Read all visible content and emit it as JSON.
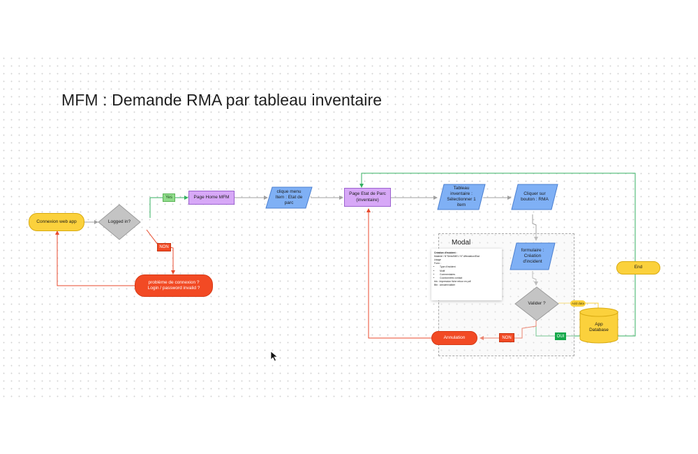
{
  "title": "MFM : Demande RMA par tableau inventaire",
  "nodes": {
    "connexion": "Connexion web app",
    "logged_in": "Logged in?",
    "yes_badge": "Yes",
    "non_badge_login": "NON",
    "probleme_line1": "problème de connexion ?",
    "probleme_line2": "Login / password invalid ?",
    "page_home": "Page Home MFM",
    "clique_menu": "clique menu Item : Etat de parc",
    "page_etat_line1": "Page Etat de Parc",
    "page_etat_line2": "(inventaire)",
    "tableau": "Tableau inventaire : Sélectionner 1 item",
    "cliquer_bouton": "Cliquer sur bouton : RMA",
    "formulaire": "formulaire : Création d'incident",
    "valider": "Valider ?",
    "add_data": "Add data",
    "app_database": "App Database",
    "oui_badge": "OUI",
    "non_badge_valider": "NON",
    "annulation": "Annulation",
    "end": "End"
  },
  "modal": {
    "title": "Modal",
    "card_heading": "Création d'incident :",
    "card_line1": "Materiel / N°Série/IMEI / N° Affectation/Etat",
    "card_line2": "Usage",
    "card_line3": "Form :",
    "card_bullets": [
      "Type d'incident",
      "Motif",
      "Commentaires",
      "Coordonnées contact"
    ],
    "card_line4": "btn : Impression fiche retour en pdf",
    "card_line5": "Btn : annuler/valider"
  },
  "colors": {
    "yellow": "#fbd13c",
    "red": "#f24a24",
    "purple": "#d7a8f7",
    "blue": "#7fb0f5",
    "gray": "#c4c4c4",
    "green_edge": "#34b062",
    "red_edge": "#e84a2c",
    "gray_edge": "#a0a0a0"
  }
}
